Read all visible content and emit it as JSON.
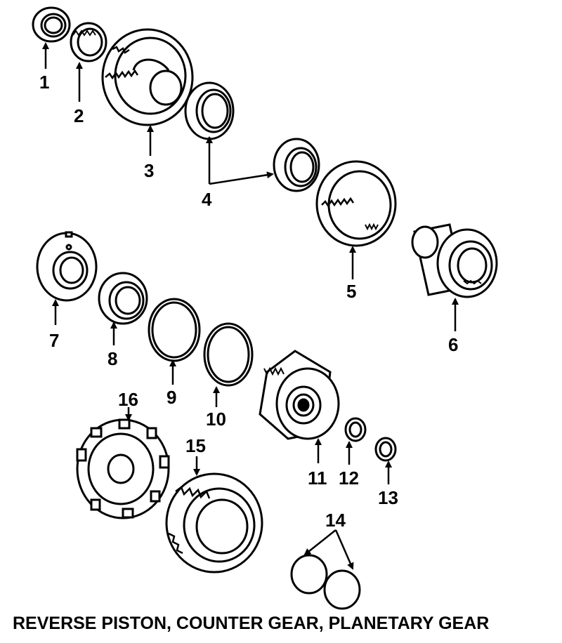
{
  "diagram": {
    "caption": "REVERSE PISTON, COUNTER GEAR, PLANETARY GEAR",
    "callouts": [
      "1",
      "2",
      "3",
      "4",
      "5",
      "6",
      "7",
      "8",
      "9",
      "10",
      "11",
      "12",
      "13",
      "14",
      "15",
      "16"
    ]
  },
  "colors": {
    "ink": "#000000",
    "paper": "#ffffff"
  }
}
